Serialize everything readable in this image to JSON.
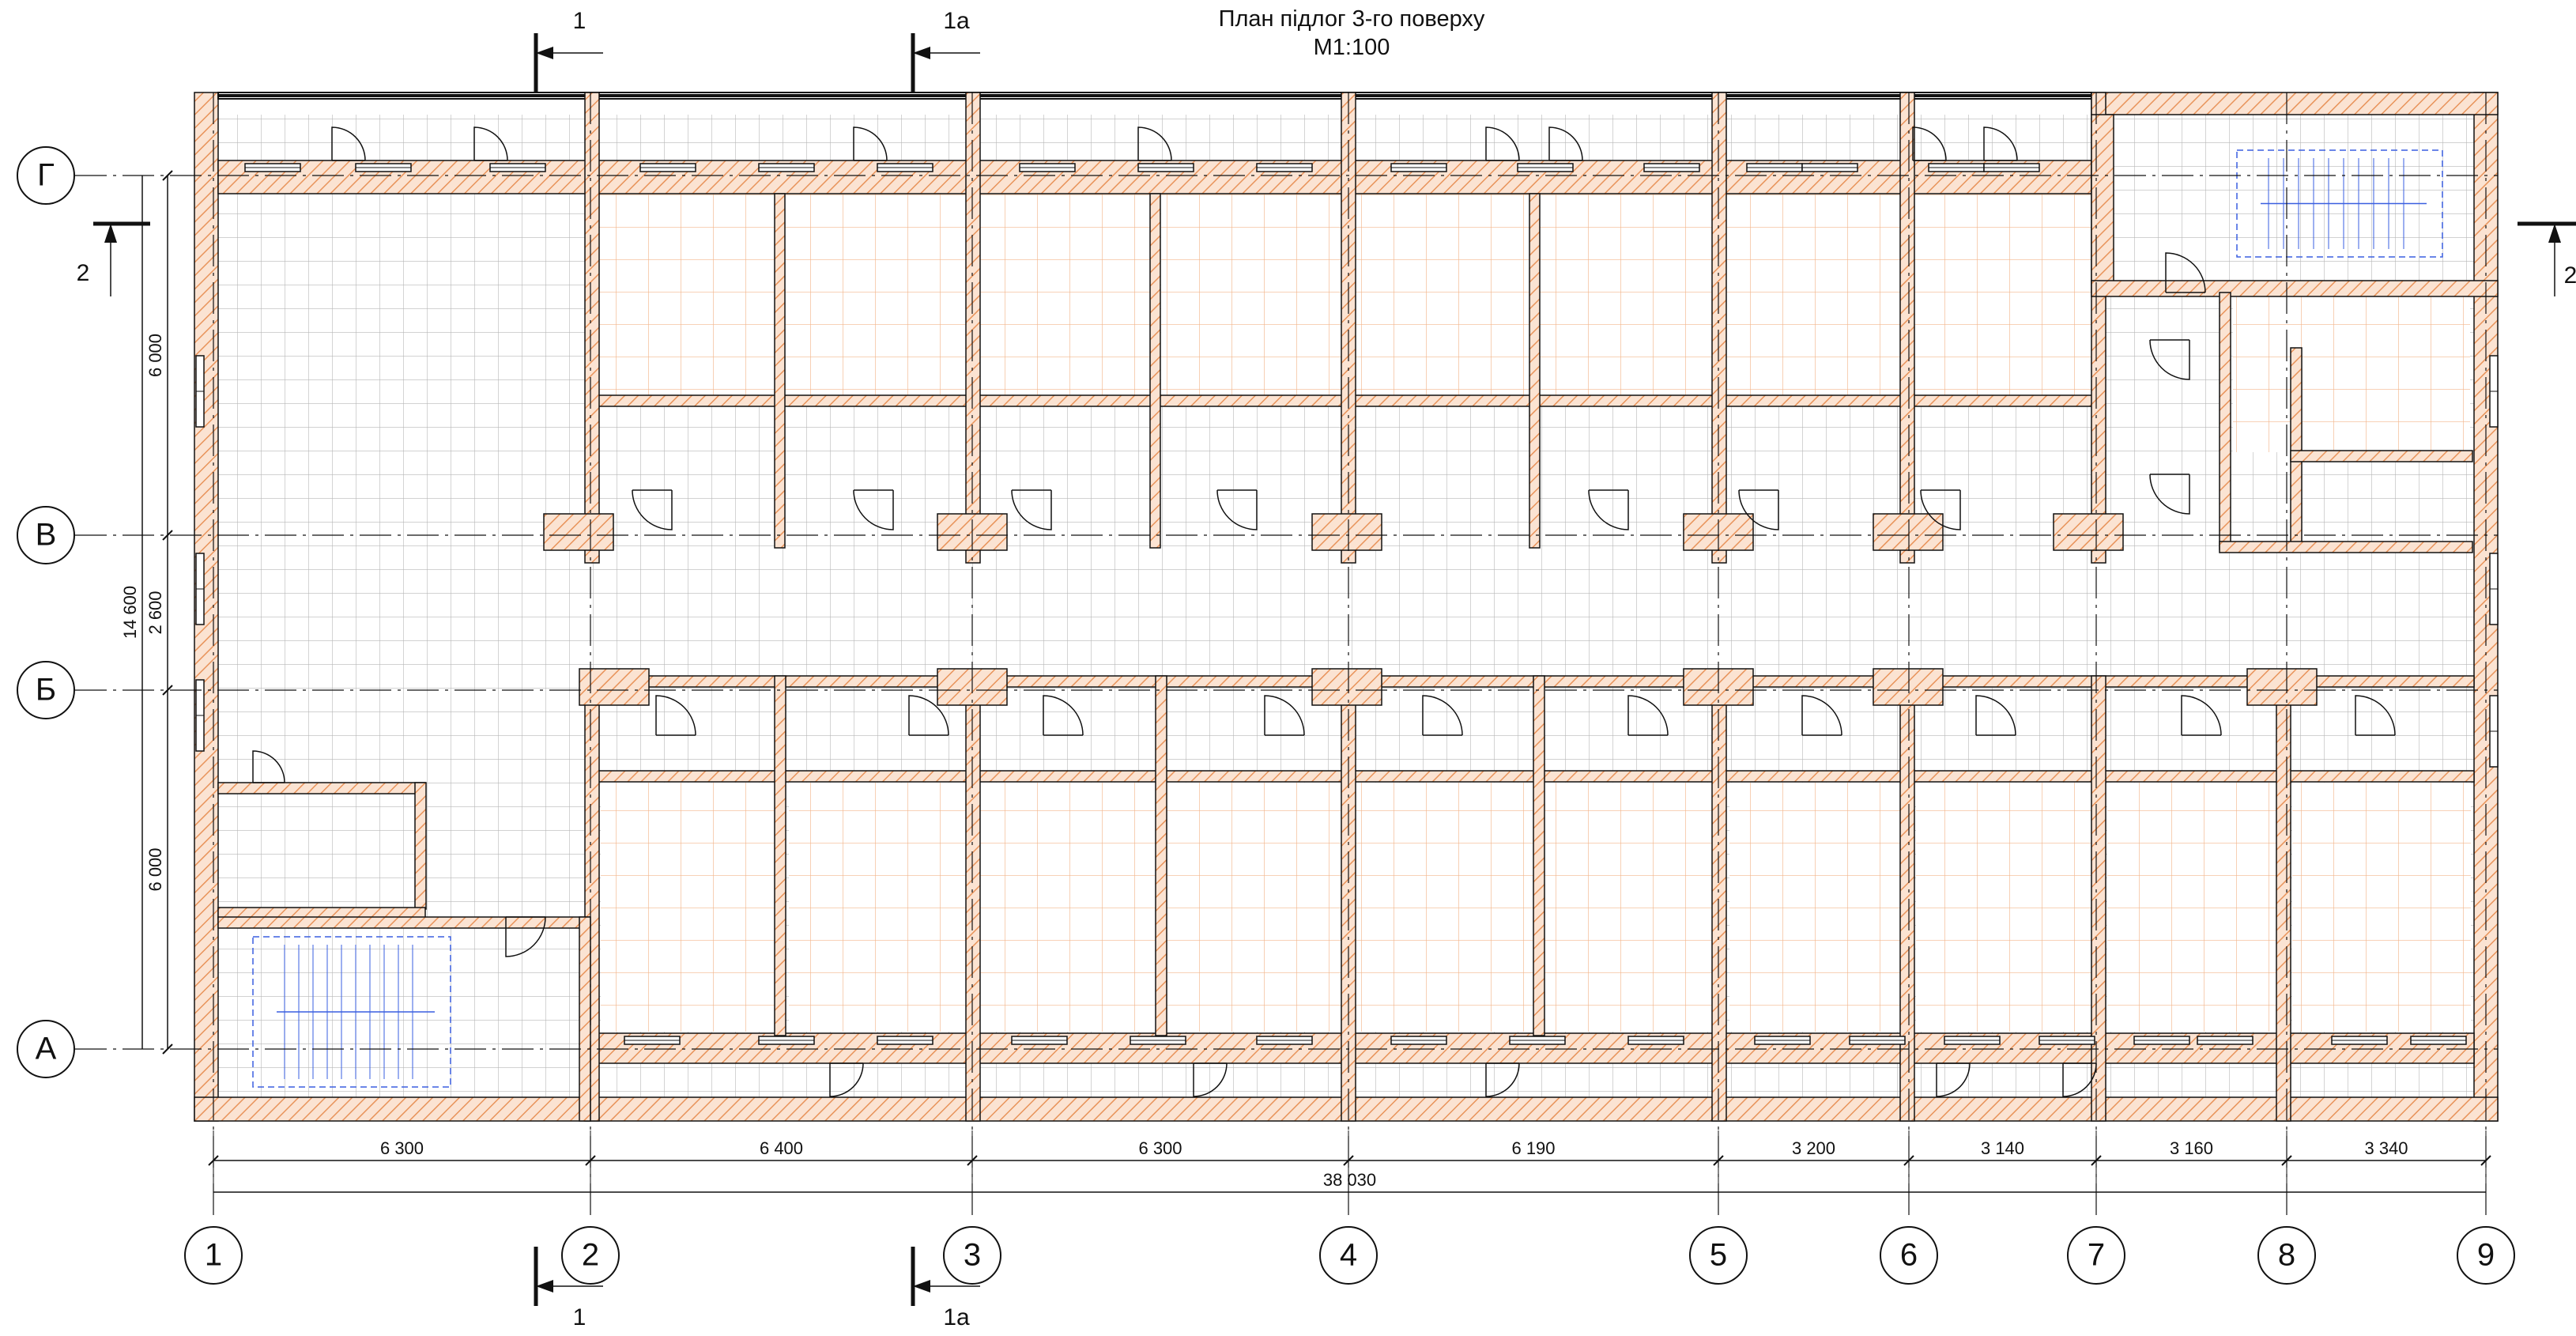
{
  "drawing": {
    "title_line1": "План підлог 3-го поверху",
    "title_line2": "М1:100"
  },
  "grid_axes_columns": [
    "1",
    "2",
    "3",
    "4",
    "5",
    "6",
    "7",
    "8",
    "9"
  ],
  "grid_axes_rows": [
    "Г",
    "В",
    "Б",
    "А"
  ],
  "dimensions_horizontal": [
    "6 300",
    "6 400",
    "6 300",
    "6 190",
    "3 200",
    "3 140",
    "3 160",
    "3 340"
  ],
  "dimension_total_horizontal": "38 030",
  "dimensions_vertical": [
    "6 000",
    "2 600",
    "6 000"
  ],
  "dimension_total_vertical": "14 600",
  "section_marks": {
    "cut1_top": "1",
    "cut1_bottom": "1",
    "cut1a_top": "1а",
    "cut1a_bottom": "1а",
    "cut2_left": "2",
    "cut2_right": "2"
  },
  "colors": {
    "line": "#111111",
    "hatch_wall": "#e8935a",
    "tile_grid_room": "#f3b78d",
    "tile_grid_corridor": "#9a9a9a",
    "stairs": "#3a5fe0"
  }
}
